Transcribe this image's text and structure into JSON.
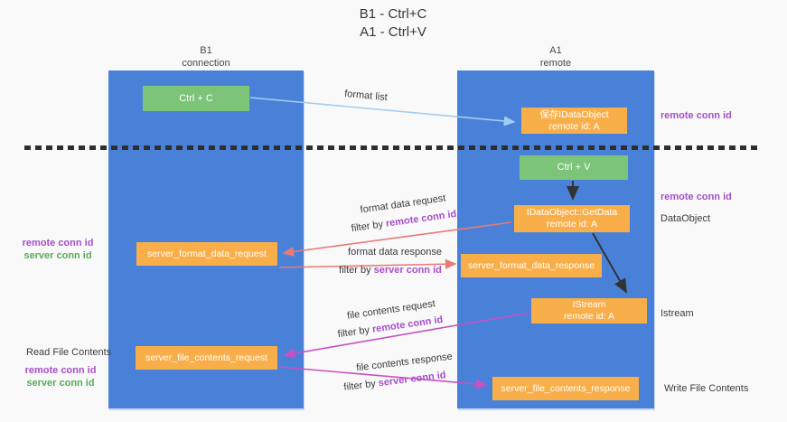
{
  "title": {
    "line1": "B1 - Ctrl+C",
    "line2": "A1 - Ctrl+V"
  },
  "columns": {
    "b1": {
      "name": "B1",
      "subtitle": "connection"
    },
    "a1": {
      "name": "A1",
      "subtitle": "remote"
    }
  },
  "boxes": {
    "ctrl_c": {
      "label": "Ctrl + C"
    },
    "save_dataobject": {
      "line1": "保存IDataObject",
      "line2": "remote id: A"
    },
    "ctrl_v": {
      "label": "Ctrl + V"
    },
    "getdata": {
      "line1": "IDataObject::GetData",
      "line2": "remote id: A"
    },
    "format_request": {
      "label": "server_format_data_request"
    },
    "format_response": {
      "label": "server_format_data_response"
    },
    "istream": {
      "line1": "IStream",
      "line2": "remote id: A"
    },
    "file_request": {
      "label": "server_file_contents_request"
    },
    "file_response": {
      "label": "server_file_contents_response"
    }
  },
  "arrow_labels": {
    "format_list": "format list",
    "format_data_request": "format data request",
    "filter_remote_1": {
      "prefix": "filter by ",
      "term": "remote conn id"
    },
    "format_data_response": "format data response",
    "filter_server_1": {
      "prefix": "filter by ",
      "term": "server conn id"
    },
    "file_contents_request": "file contents request",
    "filter_remote_2": {
      "prefix": "filter by ",
      "term": "remote conn id"
    },
    "file_contents_response": "file contents response",
    "filter_server_2": {
      "prefix": "filter by ",
      "term": "server conn id"
    }
  },
  "annotations": {
    "right_remote_conn_top": "remote conn id",
    "right_remote_conn_mid": "remote conn id",
    "right_dataobject": "DataObject",
    "right_istream": "Istream",
    "right_write_file": "Write File Contents",
    "left_remote_conn_1": "remote conn id",
    "left_server_conn_1": "server conn id",
    "left_read_file": "Read File Contents",
    "left_remote_conn_2": "remote conn id",
    "left_server_conn_2": "server conn id"
  },
  "colors": {
    "background": "#f9f9f9",
    "column_blue": "#4a81d8",
    "box_orange": "#f9af49",
    "box_green": "#7bc478",
    "purple_text": "#a550c8",
    "green_text": "#58ab58",
    "arrow_light_blue": "#a3cdf0",
    "arrow_red": "#e87a78",
    "arrow_magenta": "#c850c3",
    "arrow_black": "#333333",
    "dashed_line": "#2e2e2e"
  }
}
